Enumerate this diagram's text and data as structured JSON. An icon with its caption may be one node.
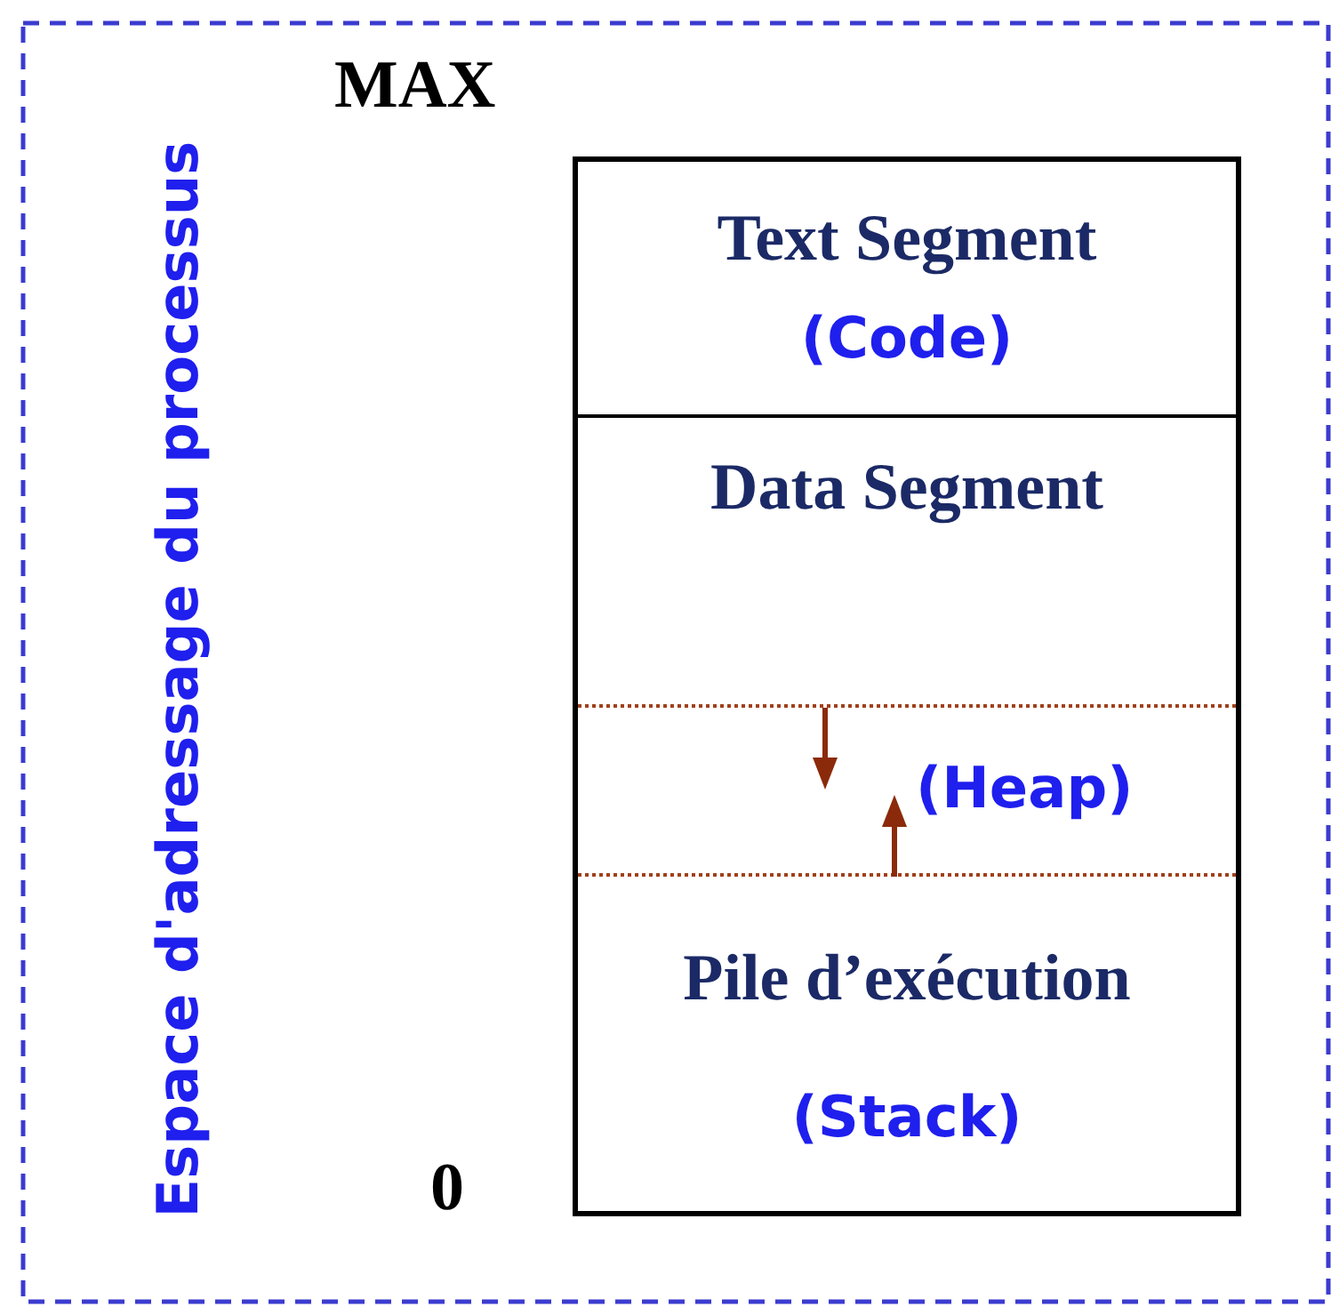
{
  "diagram": {
    "nodes": [
      {
        "text": [],
        "shape": "box"
      },
      {
        "text": [
          "Text Segment",
          "(Code)"
        ],
        "in": 0
      },
      {
        "text": [
          "Data Segment"
        ],
        "in": 0
      },
      {
        "text": [
          "(Heap)"
        ],
        "in": 0
      },
      {
        "text": [
          "Pile d’exécution",
          "(Stack)"
        ],
        "in": 0
      }
    ],
    "labels": [
      "Espace d'adressage du processus",
      "MAX",
      "0"
    ]
  }
}
